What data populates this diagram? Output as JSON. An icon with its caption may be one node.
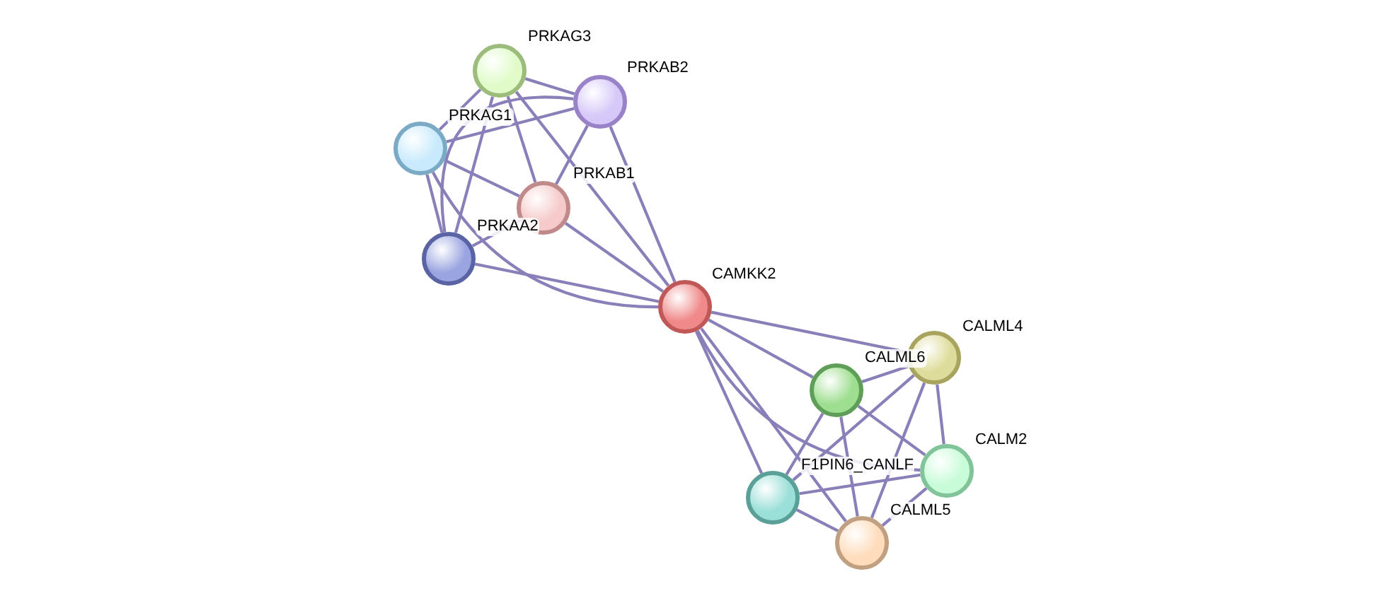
{
  "diagram": {
    "nodes": [
      {
        "text": [
          "PRKAG3"
        ]
      },
      {
        "text": [
          "PRKAB2"
        ]
      },
      {
        "text": [
          "PRKAG1"
        ]
      },
      {
        "text": [
          "PRKAB1"
        ]
      },
      {
        "text": [
          "PRKAA2"
        ]
      },
      {
        "text": [
          "CAMKK2"
        ]
      },
      {
        "text": [
          "CALML4"
        ]
      },
      {
        "text": [
          "CALML6"
        ]
      },
      {
        "text": [
          "CALM2"
        ]
      },
      {
        "text": [
          "F1PIN6_CANLF"
        ]
      },
      {
        "text": [
          "CALML5"
        ]
      }
    ],
    "edges": [
      {
        "from": 0,
        "to": 1,
        "arrow": "none"
      },
      {
        "from": 0,
        "to": 2,
        "arrow": "none"
      },
      {
        "from": 0,
        "to": 3,
        "arrow": "none"
      },
      {
        "from": 0,
        "to": 4,
        "arrow": "none"
      },
      {
        "from": 0,
        "to": 5,
        "arrow": "none"
      },
      {
        "from": 1,
        "to": 2,
        "arrow": "none"
      },
      {
        "from": 1,
        "to": 3,
        "arrow": "none"
      },
      {
        "from": 1,
        "to": 4,
        "arrow": "none"
      },
      {
        "from": 1,
        "to": 5,
        "arrow": "none"
      },
      {
        "from": 2,
        "to": 3,
        "arrow": "none"
      },
      {
        "from": 2,
        "to": 4,
        "arrow": "none"
      },
      {
        "from": 2,
        "to": 5,
        "arrow": "none"
      },
      {
        "from": 3,
        "to": 4,
        "arrow": "none"
      },
      {
        "from": 3,
        "to": 5,
        "arrow": "none"
      },
      {
        "from": 4,
        "to": 5,
        "arrow": "none"
      },
      {
        "from": 5,
        "to": 6,
        "arrow": "none"
      },
      {
        "from": 5,
        "to": 7,
        "arrow": "none"
      },
      {
        "from": 5,
        "to": 8,
        "arrow": "none"
      },
      {
        "from": 5,
        "to": 9,
        "arrow": "none"
      },
      {
        "from": 5,
        "to": 10,
        "arrow": "none"
      },
      {
        "from": 6,
        "to": 7,
        "arrow": "none"
      },
      {
        "from": 6,
        "to": 8,
        "arrow": "none"
      },
      {
        "from": 6,
        "to": 9,
        "arrow": "none"
      },
      {
        "from": 6,
        "to": 10,
        "arrow": "none"
      },
      {
        "from": 7,
        "to": 8,
        "arrow": "none"
      },
      {
        "from": 7,
        "to": 9,
        "arrow": "none"
      },
      {
        "from": 7,
        "to": 10,
        "arrow": "none"
      },
      {
        "from": 8,
        "to": 9,
        "arrow": "none"
      },
      {
        "from": 8,
        "to": 10,
        "arrow": "none"
      },
      {
        "from": 9,
        "to": 10,
        "arrow": "none"
      }
    ]
  }
}
